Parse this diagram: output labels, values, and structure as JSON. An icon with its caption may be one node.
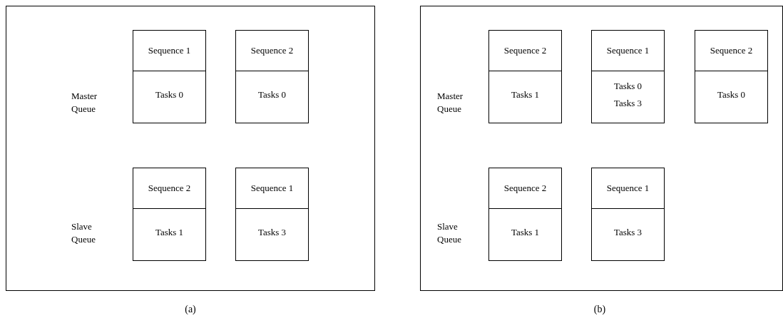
{
  "diagram": {
    "nodes": [
      {
        "text": [],
        "shape": "box",
        "beside": [
          "(a)"
        ]
      },
      {
        "text": [
          "Sequence 1",
          "Tasks 0"
        ],
        "in": 0
      },
      {
        "text": [
          "Sequence 2",
          "Tasks 0"
        ],
        "in": 0
      },
      {
        "text": [
          "Sequence 2",
          "Tasks 1"
        ],
        "in": 0
      },
      {
        "text": [
          "Sequence 1",
          "Tasks 3"
        ],
        "in": 0
      },
      {
        "text": [],
        "shape": "box",
        "beside": [
          "(b)"
        ]
      },
      {
        "text": [
          "Sequence 2",
          "Tasks 1"
        ],
        "in": 5
      },
      {
        "text": [
          "Sequence 1",
          "Tasks 0",
          "Tasks 3"
        ],
        "in": 5
      },
      {
        "text": [
          "Sequence 2",
          "Tasks 0"
        ],
        "in": 5
      },
      {
        "text": [
          "Sequence 2",
          "Tasks 1"
        ],
        "in": 5
      },
      {
        "text": [
          "Sequence 1",
          "Tasks 3"
        ],
        "in": 5
      }
    ],
    "labels": [
      "Master Queue",
      "Slave Queue",
      "Master Queue",
      "Slave Queue"
    ]
  }
}
